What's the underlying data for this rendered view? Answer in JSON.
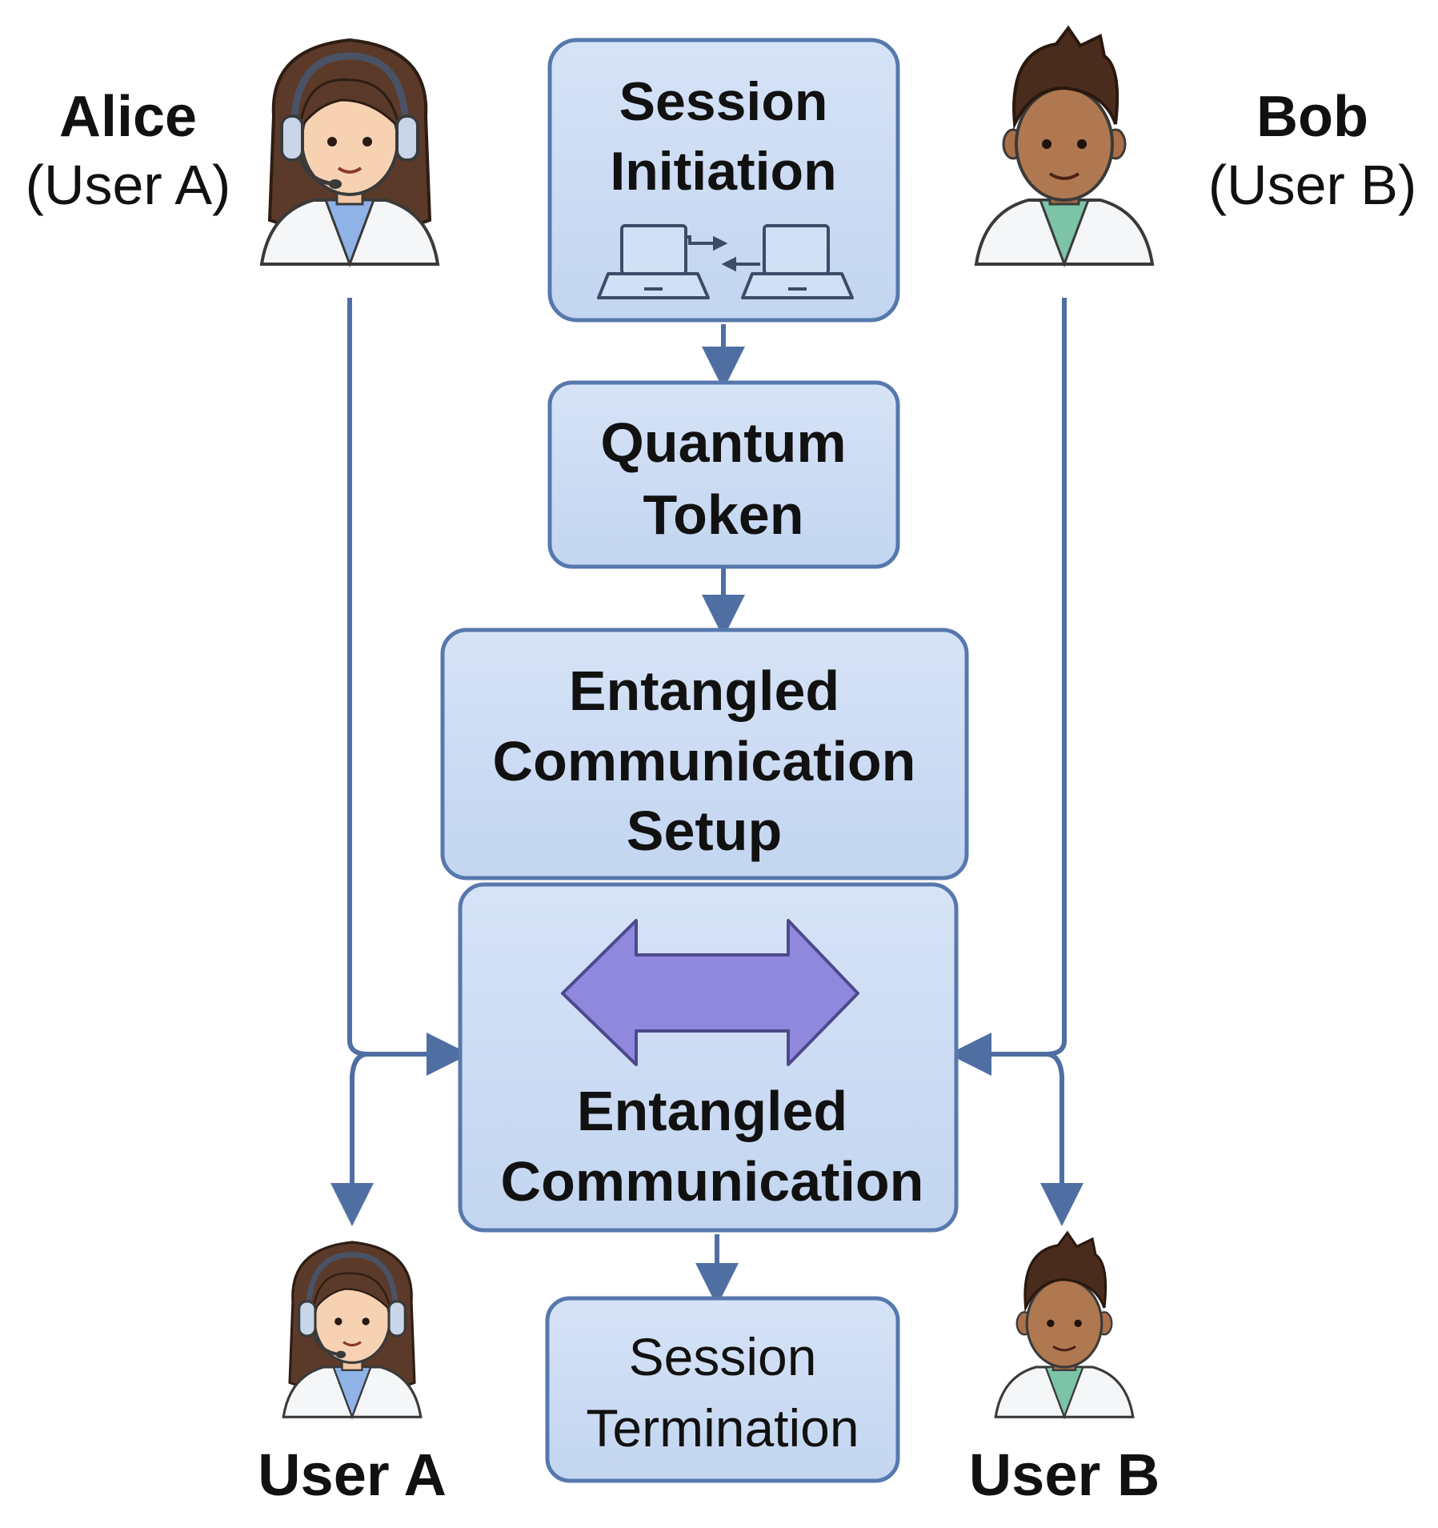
{
  "participants": {
    "alice": {
      "name": "Alice",
      "role": "(User A)",
      "bottom_label": "User A"
    },
    "bob": {
      "name": "Bob",
      "role": "(User B)",
      "bottom_label": "User B"
    }
  },
  "steps": {
    "session_initiation": {
      "line1": "Session",
      "line2": "Initiation"
    },
    "quantum_token": {
      "line1": "Quantum",
      "line2": "Token"
    },
    "entangled_setup": {
      "line1": "Entangled",
      "line2": "Communication",
      "line3": "Setup"
    },
    "entangled_communication": {
      "line1": "Entangled",
      "line2": "Communication"
    },
    "session_termination": {
      "line1": "Session",
      "line2": "Termination"
    }
  },
  "icons": [
    "laptop-icon",
    "double-arrow-icon",
    "headset-user-avatar",
    "user-avatar"
  ],
  "colors": {
    "box_fill": "#c9d9f2",
    "box_stroke": "#5678ad",
    "connector": "#4f6fa3",
    "exchange_arrow": "#8e86dc"
  }
}
